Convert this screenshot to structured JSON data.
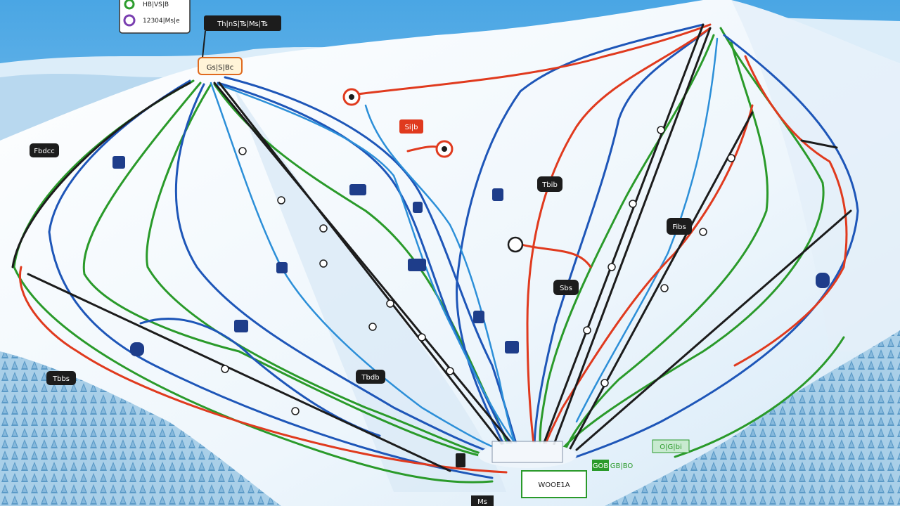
{
  "map": {
    "legend": {
      "rows": [
        {
          "text": "HB|VS|B",
          "icon": "green-circle-icon",
          "color": "#2e9d2e"
        },
        {
          "text": "12304|Ms|e",
          "icon": "purple-circle-icon",
          "color": "#7a3fb0"
        }
      ]
    },
    "title_sign": "Th|nS|Ts|Ms|Ts",
    "summit_sign": "Gs|S|Bc",
    "labels": {
      "west": "Fbdcc",
      "lower_left": "Tbbs",
      "red_marker": "Si|b",
      "center_left": "Tbib",
      "center_right": "Sbs",
      "right": "Fibs",
      "center": "Tbdb",
      "base_bottom": "Ms",
      "base_lodge": "WOOE1A",
      "base_green_1": "GOB",
      "base_green_2": "GB|BO",
      "base_green_3": "O|G|bi"
    },
    "colors": {
      "black": "#1c1c1c",
      "blue": "#1e56b8",
      "light_blue": "#2c8fd8",
      "green": "#2a9a2a",
      "red": "#e03a1e",
      "sky": "#5eb1e6",
      "snow": "#f4f9fd",
      "forest": "#7fb3d6"
    },
    "icons": [
      "green-circle-icon",
      "purple-circle-icon",
      "lift-marker-icon",
      "red-target-icon"
    ]
  }
}
